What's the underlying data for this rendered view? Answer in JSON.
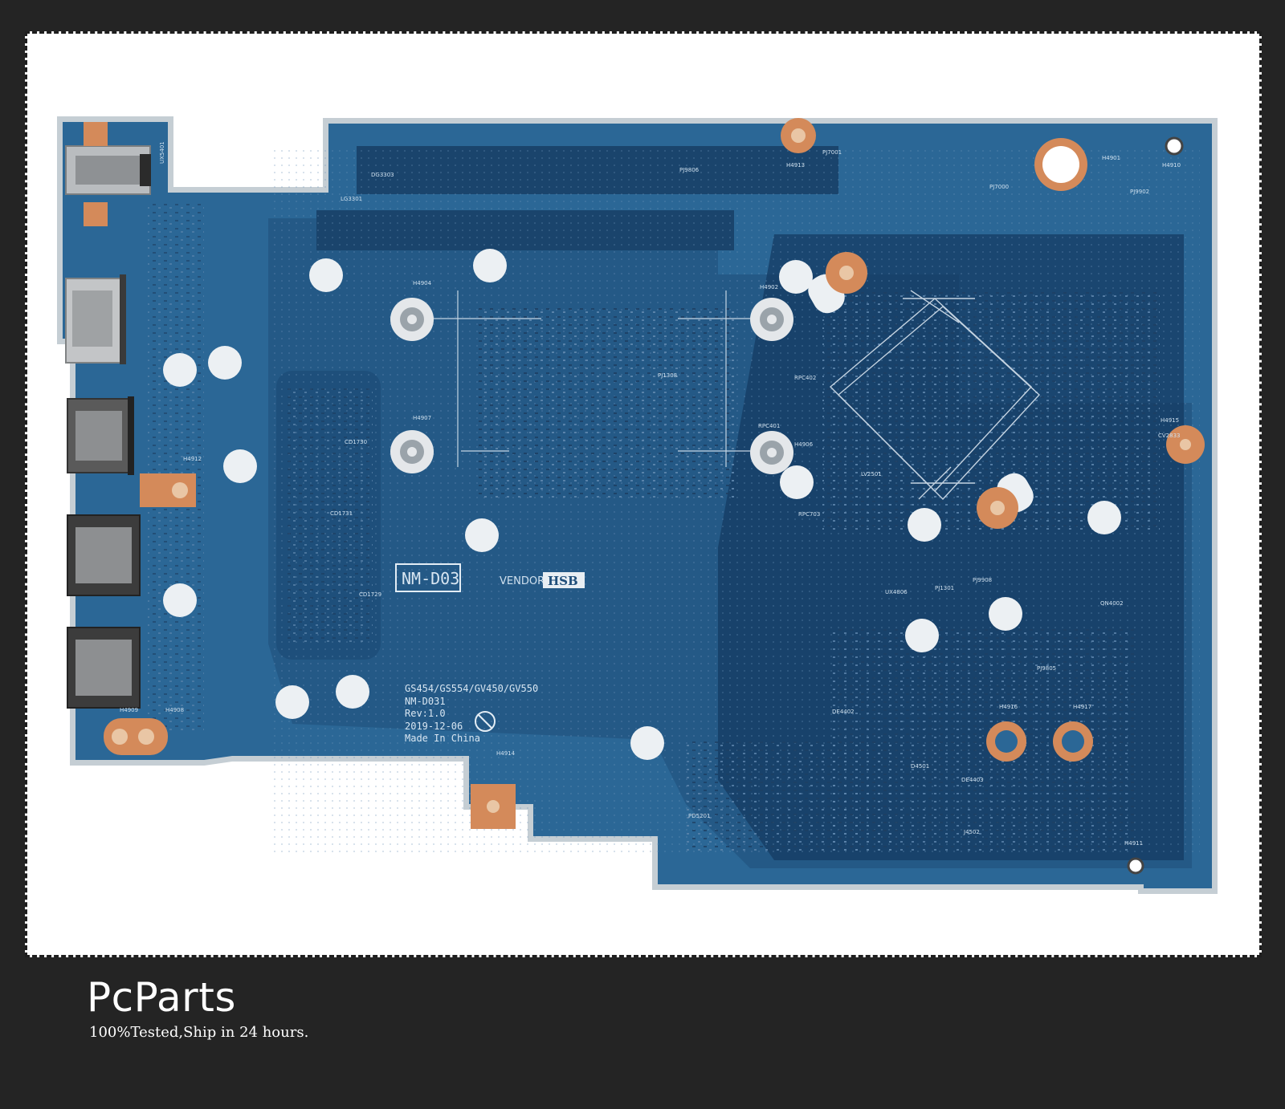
{
  "board": {
    "model_box": "NM-D03",
    "vendor_label": "VENDOR :",
    "vendor_box": "HSB",
    "info_lines": [
      "GS454/GS554/GV450/GV550",
      "NM-D031",
      "Rev:1.0",
      "2019-12-06",
      "Made In China"
    ],
    "refs": {
      "h4904": "H4904",
      "h4902": "H4902",
      "h4907": "H4907",
      "h4906": "H4906",
      "h4912": "H4912",
      "h4913": "H4913",
      "h4901": "H4901",
      "h4910": "H4910",
      "h4915": "H4915",
      "h4914": "H4914",
      "h4916": "H4916",
      "h4917": "H4917",
      "h4911": "H4911",
      "h4909": "H4909",
      "h4908": "H4908",
      "pj1301": "PJ1301",
      "pj9908": "PJ9908",
      "ux4806": "UX4806",
      "pj9805": "PJ9805",
      "pj7001": "PJ7001",
      "pj7000": "PJ7000",
      "pj9902": "PJ9902",
      "pj9806": "PJ9806",
      "pj1308": "PJ1308",
      "lv2501": "LV2501",
      "cd1730": "CD1730",
      "cd1731": "CD1731",
      "cd1729": "CD1729",
      "rpc402": "RPC402",
      "rpc401": "RPC401",
      "rpc703": "RPC703",
      "d4501": "D4501",
      "de4403": "DE4403",
      "pd5201": "PD5201",
      "j4502": "J4502",
      "qn4002": "QN4002",
      "cv2833": "CV2833",
      "de4402": "DE4402",
      "ux5401": "UX5401",
      "lg3301": "LG3301",
      "dg3303": "DG3303"
    }
  },
  "brand": {
    "name": "PcParts",
    "tagline": "100%Tested,Ship in 24 hours."
  }
}
